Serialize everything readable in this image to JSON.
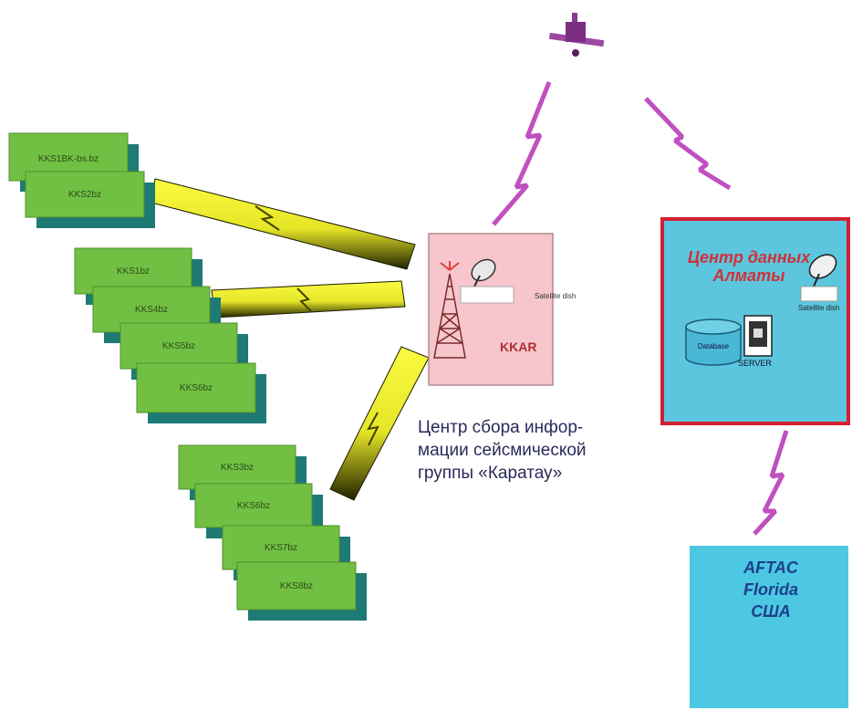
{
  "stations": {
    "group_1": [
      "KKS1BK-bs.bz",
      "KKS2bz"
    ],
    "group_2": [
      "KKS1bz",
      "KKS4bz",
      "KKS5bz",
      "KKS6bz"
    ],
    "group_3": [
      "KKS3bz",
      "KKS6bz",
      "KKS7bz",
      "KKS8bz"
    ]
  },
  "kkar": {
    "label": "KKAR",
    "dish_label": "Satellite dish"
  },
  "caption": {
    "line1": "Центр сбора инфор-",
    "line2": "мации сейсмической",
    "line3": "группы «Каратау»"
  },
  "almaty": {
    "title_line1": "Центр данных",
    "title_line2": "Алматы",
    "dish_label": "Satellite dish",
    "database_label": "Database",
    "server_label": "SERVER"
  },
  "aftac": {
    "line1": "AFTAC",
    "line2": "Florida",
    "line3": "США"
  },
  "colors": {
    "station_fill": "#72c043",
    "station_shadow": "#1e7a74",
    "kkar_fill": "#f6c6cc",
    "almaty_fill": "#5cc6de",
    "almaty_border": "#d42030",
    "aftac_fill": "#4cc8e2",
    "link_yellow": "#f2f230",
    "radio_bolt": "#c050c0",
    "satellite": "#a04aa8"
  }
}
